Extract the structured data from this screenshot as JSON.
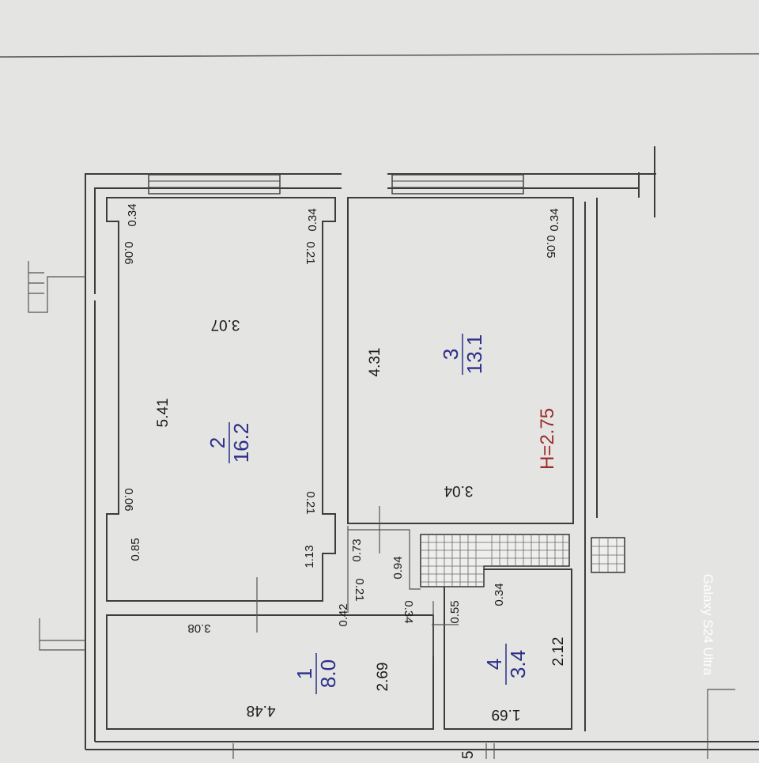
{
  "floor_plan": {
    "ceiling_height": "H=2.75",
    "rooms": [
      {
        "number": "1",
        "area": "8.0"
      },
      {
        "number": "2",
        "area": "16.2"
      },
      {
        "number": "3",
        "area": "13.1"
      },
      {
        "number": "4",
        "area": "3.4"
      }
    ],
    "dimensions": {
      "r2_top_left": "0.34",
      "r2_top_right": "0.34",
      "r2_niche_top_left": "0.06",
      "r2_niche_top_right": "0.21",
      "r2_width": "3.07",
      "r2_length": "5.41",
      "r2_niche_bottom_left": "0.06",
      "r2_niche_bottom_right": "0.21",
      "r2_bottom_left": "0.85",
      "r2_bottom_right": "1.13",
      "r3_top_right": "0.34",
      "r3_niche_top_right": "0.05",
      "r3_length": "4.31",
      "r3_width": "3.04",
      "corridor_a": "0.73",
      "corridor_b": "0.94",
      "corridor_c": "0.21",
      "corridor_d": "0.42",
      "corridor_e": "0.34",
      "corridor_f": "0.55",
      "corridor_g": "0.34",
      "r1_width": "3.08",
      "r1_length": "4.48",
      "r1_side": "2.69",
      "r4_side": "2.12",
      "r4_width": "1.69",
      "edge_label": "5"
    }
  },
  "watermark": "Galaxy S24 Ultra"
}
